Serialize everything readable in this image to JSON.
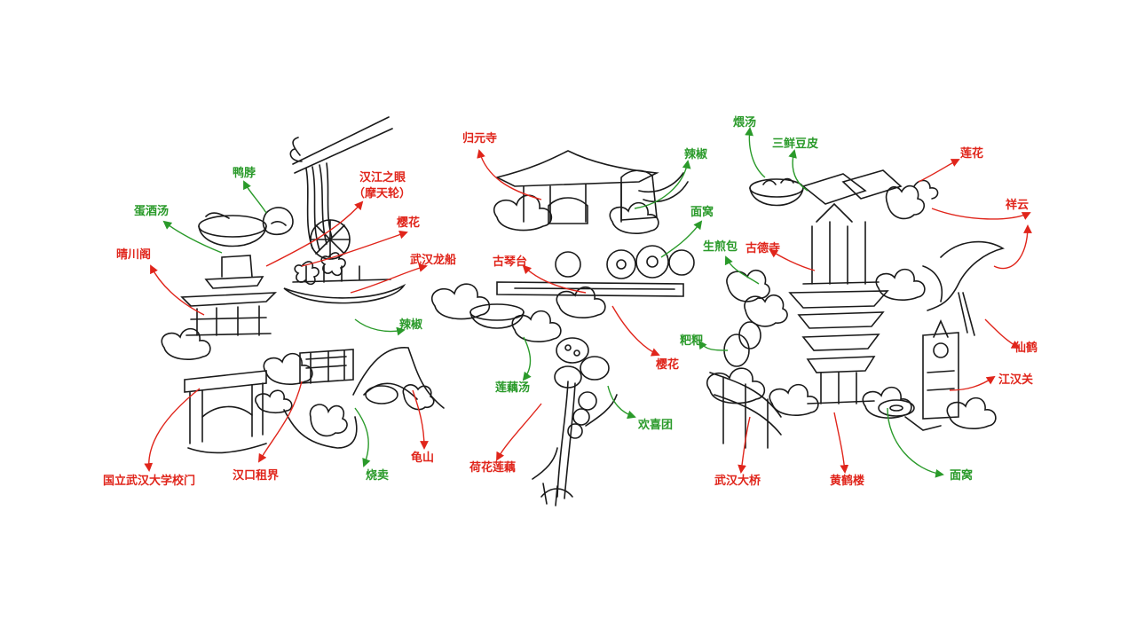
{
  "colors": {
    "landmark": "#e0251b",
    "food": "#2a9a2a",
    "ink": "#1a1a1a"
  },
  "labels": {
    "yabo": "鸭脖",
    "hanjiang_eye_1": "汉江之眼",
    "hanjiang_eye_2": "（摩天轮）",
    "danjiu_tang": "蛋酒汤",
    "yinghua_1": "樱花",
    "qingchuan_ge": "晴川阁",
    "wuhan_longchuan": "武汉龙船",
    "lajiao_1": "辣椒",
    "guoli_wuda_gate": "国立武汉大学校门",
    "hankou_zujie": "汉口租界",
    "shaomai": "烧卖",
    "guishan": "龟山",
    "guiyuan_si": "归元寺",
    "lajiao_2": "辣椒",
    "mianwo_1": "面窝",
    "guqin_tai": "古琴台",
    "yinghua_2": "樱花",
    "lianou_tang": "莲藕汤",
    "huanxi_tuan": "欢喜团",
    "hehua_lianou": "荷花莲藕",
    "weitang": "煨汤",
    "sanxian_doupi": "三鲜豆皮",
    "shengjian_bao": "生煎包",
    "gude_si": "古德寺",
    "lianhua": "莲花",
    "xiangyun": "祥云",
    "baba": "粑粑",
    "xianhe": "仙鹤",
    "jianghan_guan": "江汉关",
    "wuhan_daqiao": "武汉大桥",
    "huanghe_lou": "黄鹤楼",
    "mianwo_2": "面窝"
  }
}
